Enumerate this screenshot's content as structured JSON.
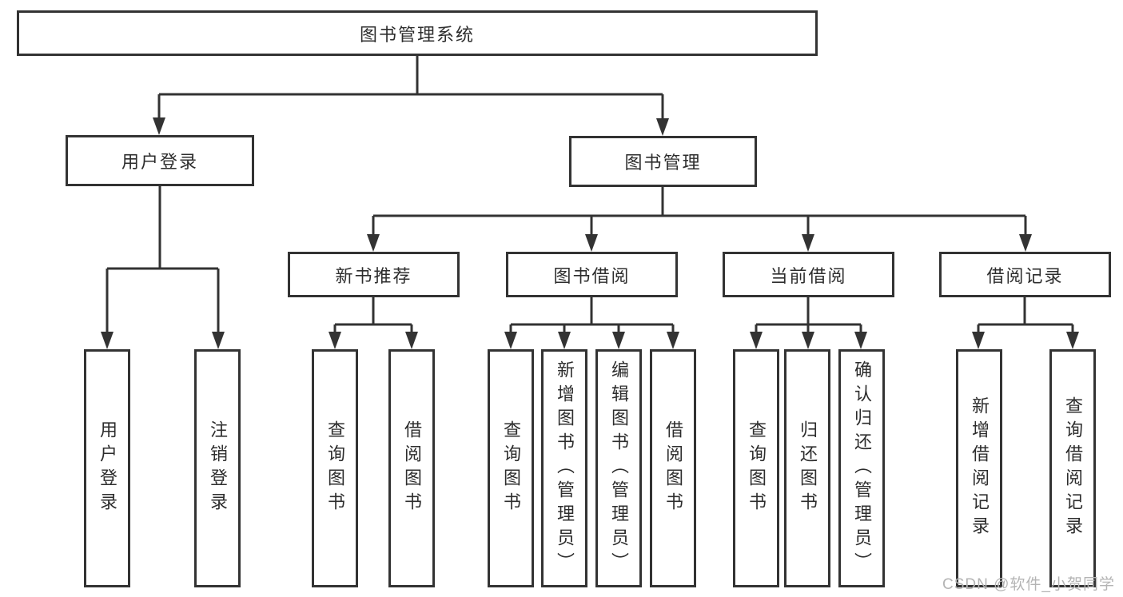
{
  "diagram": {
    "title": "图书管理系统",
    "tree": {
      "root": "图书管理系统",
      "children": [
        {
          "label": "用户登录",
          "children": [
            "用户登录",
            "注销登录"
          ]
        },
        {
          "label": "图书管理",
          "children": [
            {
              "label": "新书推荐",
              "children": [
                "查询图书",
                "借阅图书"
              ]
            },
            {
              "label": "图书借阅",
              "children": [
                "查询图书",
                "新增图书（管理员）",
                "编辑图书（管理员）",
                "借阅图书"
              ]
            },
            {
              "label": "当前借阅",
              "children": [
                "查询图书",
                "归还图书",
                "确认归还（管理员）"
              ]
            },
            {
              "label": "借阅记录",
              "children": [
                "新增借阅记录",
                "查询借阅记录"
              ]
            }
          ]
        }
      ]
    }
  },
  "nodes": {
    "root": "图书管理系统",
    "user_login": "用户登录",
    "book_mgmt": "图书管理",
    "new_book_rec": "新书推荐",
    "book_borrow": "图书借阅",
    "current_borrow": "当前借阅",
    "borrow_record": "借阅记录",
    "leaf_user_login": "用户登录",
    "leaf_logout": "注销登录",
    "leaf_rec_query": "查询图书",
    "leaf_rec_borrow": "借阅图书",
    "leaf_bb_query": "查询图书",
    "leaf_bb_add": "新增图书（管理员）",
    "leaf_bb_edit": "编辑图书（管理员）",
    "leaf_bb_borrow": "借阅图书",
    "leaf_cb_query": "查询图书",
    "leaf_cb_return": "归还图书",
    "leaf_cb_confirm": "确认归还（管理员）",
    "leaf_br_add": "新增借阅记录",
    "leaf_br_query": "查询借阅记录"
  },
  "watermark": {
    "text": "CSDN @软件_小贺同学"
  },
  "colors": {
    "line": "#333333",
    "border": "#333333",
    "text": "#2d2d2d",
    "watermark": "#b4b4b4",
    "background": "#ffffff"
  }
}
